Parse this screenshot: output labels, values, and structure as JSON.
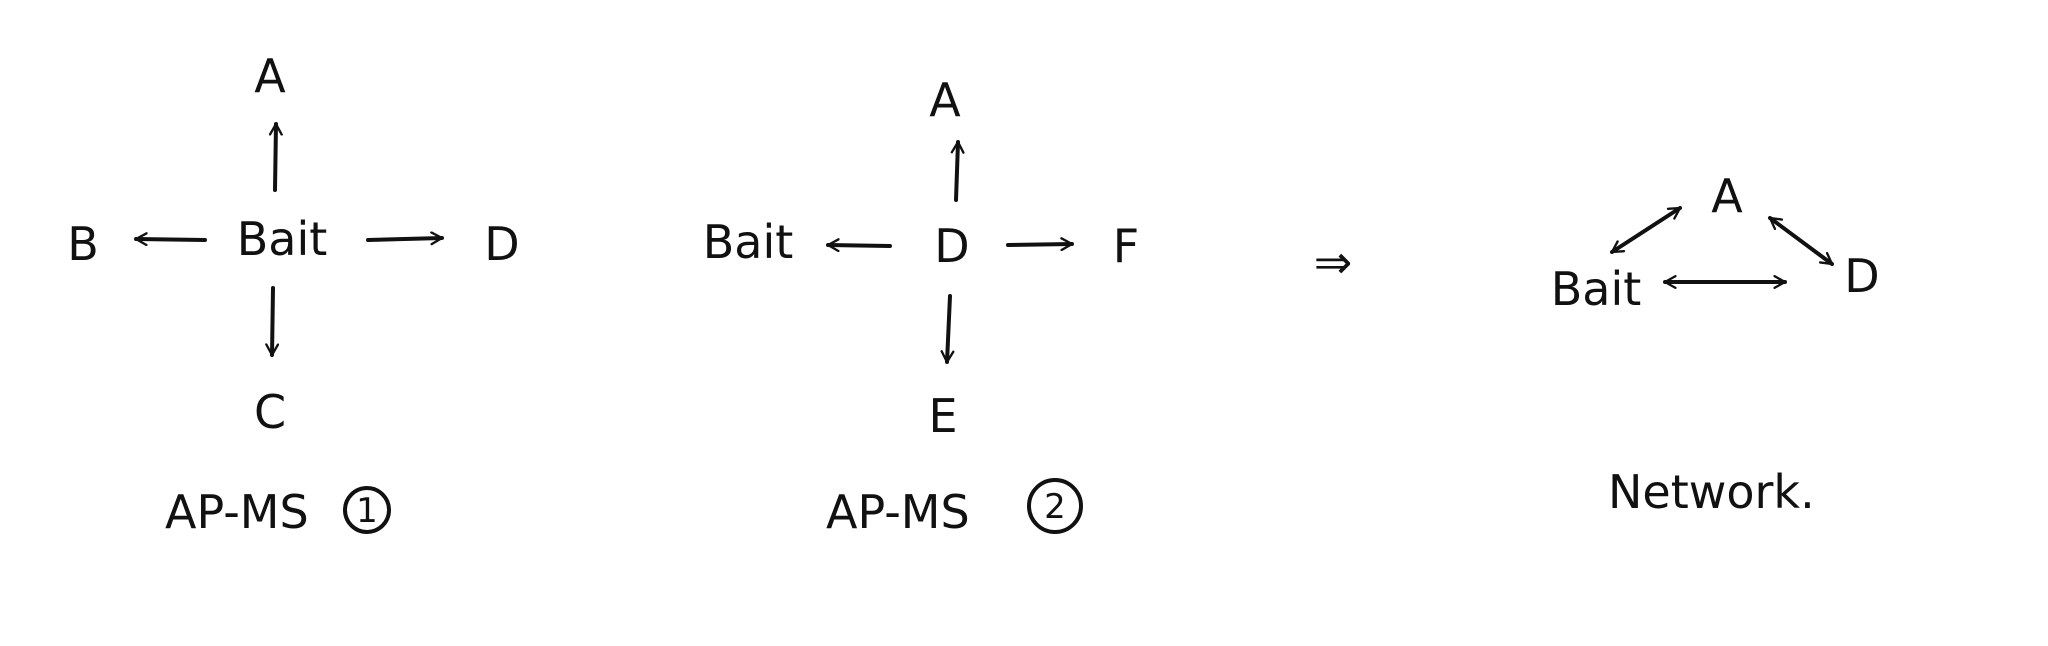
{
  "diagram_1": {
    "center": "Bait",
    "up": "A",
    "left": "B",
    "right": "D",
    "down": "C",
    "caption": "AP-MS",
    "number": "1"
  },
  "diagram_2": {
    "center": "D",
    "up": "A",
    "left": "Bait",
    "right": "F",
    "down": "E",
    "caption": "AP-MS",
    "number": "2"
  },
  "implies": "⇒",
  "network": {
    "node_bait": "Bait",
    "node_a": "A",
    "node_d": "D",
    "caption": "Network."
  }
}
